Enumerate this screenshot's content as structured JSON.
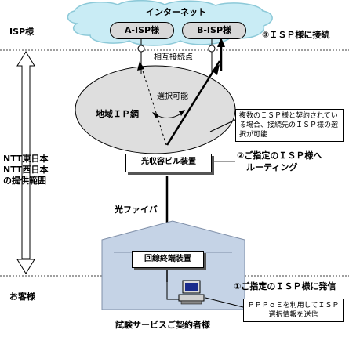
{
  "labels": {
    "internet": "インターネット",
    "isp_a": "A-ISP様",
    "isp_b": "B-ISP様",
    "isp_side": "ISP様",
    "step3": "③ＩＳＰ様に接続",
    "interconnect": "相互接続点",
    "selectable": "選択可能",
    "regional_ip": "地域ＩＰ網",
    "ntt_range_1": "NTT東日本",
    "ntt_range_2": "NTT西日本",
    "ntt_range_3": "の提供範囲",
    "callout_multi_isp": "複数のＩＳＰ様と契約されている場合、接続先のＩＳＰ様の選択が可能",
    "building": "光収容ビル装置",
    "step2_line1": "②ご指定のＩＳＰ様へ",
    "step2_line2": "ルーティング",
    "fiber": "光ファイバ",
    "onu": "回線終端装置",
    "customer": "お客様",
    "step1": "①ご指定のＩＳＰ様に発信",
    "callout_pppoe": "ＰＰＰｏＥを利用してＩＳＰ選択情報を送信",
    "trial_customer": "試験サービスご契約者様"
  },
  "colors": {
    "cloud_fill": "#c9ecf5",
    "cloud_stroke": "#8cc9d8",
    "network_fill": "#dedede",
    "house_fill": "#c5d3e6",
    "pill_fill": "#d8d8d8"
  }
}
